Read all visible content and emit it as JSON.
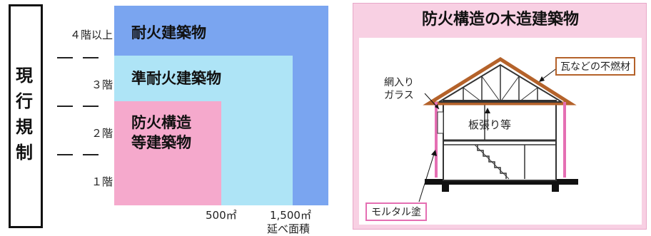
{
  "regulation": {
    "label": "現\n行\n規\n制"
  },
  "floors": [
    "４階以上",
    "３階",
    "２階",
    "１階"
  ],
  "areas": {
    "fire_resistant": "耐火建築物",
    "quasi_fire_resistant": "準耐火建築物",
    "fireproof": "防火構造\n等建築物"
  },
  "axis": {
    "tick_500": "500㎡",
    "tick_1500": "1,500㎡",
    "label": "延べ面積"
  },
  "right": {
    "title": "防火構造の木造建築物",
    "callout_wired_glass": "網入り\nガラス",
    "callout_boarding": "板張り等",
    "callout_tile": "瓦などの不燃材",
    "callout_mortar": "モルタル塗"
  },
  "colors": {
    "fire_resistant": "#7aa5f0",
    "quasi_fire_resistant": "#aee4f6",
    "fireproof": "#f5a9cc",
    "panel_bg": "#f8d0e3",
    "roof": "#b4622a",
    "mortar_line": "#e56fb3"
  }
}
